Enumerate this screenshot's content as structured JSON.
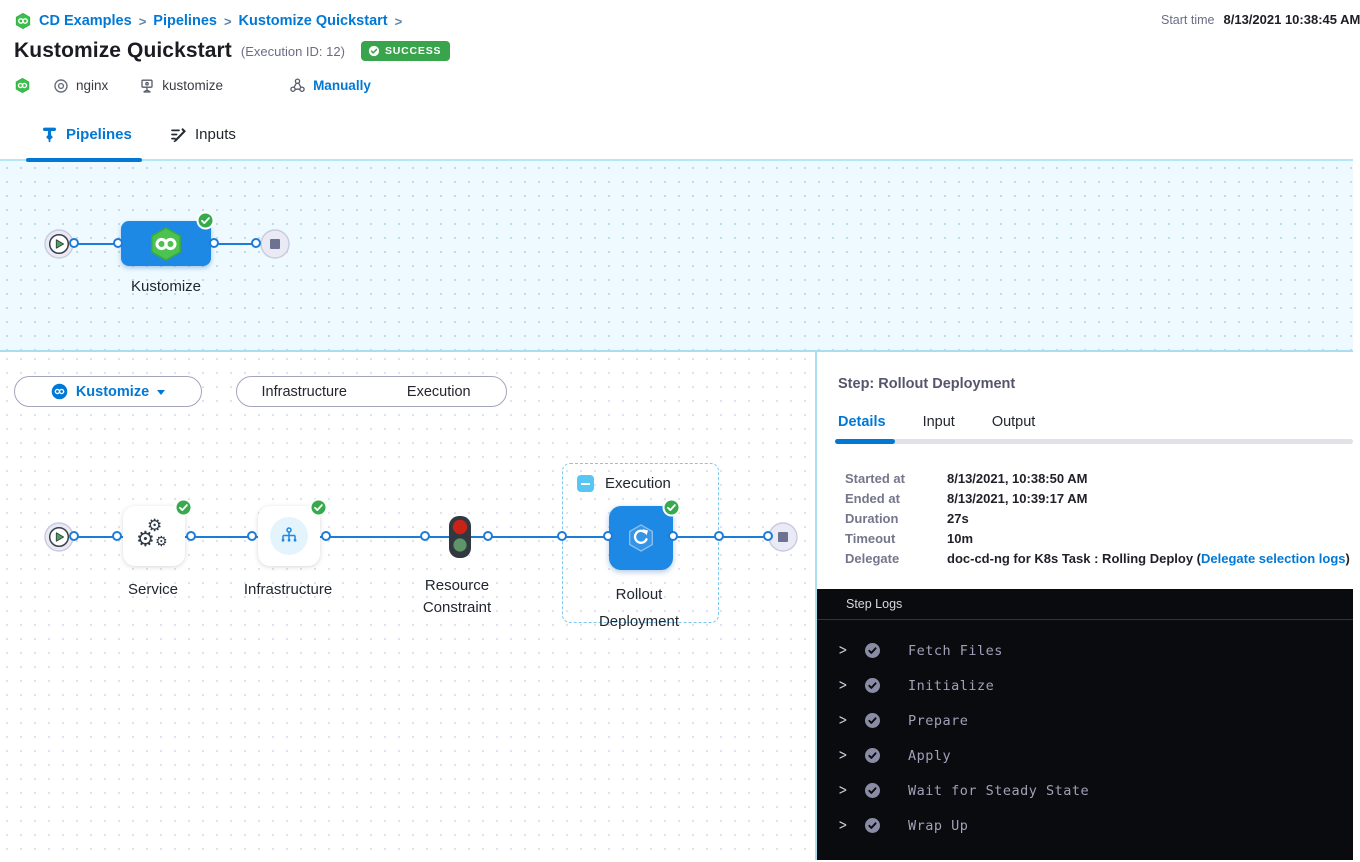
{
  "header": {
    "breadcrumb": [
      "CD Examples",
      "Pipelines",
      "Kustomize Quickstart"
    ],
    "separator": ">",
    "title": "Kustomize Quickstart",
    "execution_id": "(Execution ID: 12)",
    "status_badge": "SUCCESS",
    "service_tag": "nginx",
    "environment_tag": "kustomize",
    "trigger_tag": "Manually",
    "start_time_label": "Start time",
    "start_time_value": "8/13/2021 10:38:45 AM"
  },
  "tabs": {
    "pipelines": "Pipelines",
    "inputs": "Inputs"
  },
  "stage_graph": {
    "stage_label": "Kustomize"
  },
  "canvas": {
    "stage_selector_label": "Kustomize",
    "toggle_infrastructure": "Infrastructure",
    "toggle_execution": "Execution",
    "group_label": "Execution",
    "nodes": [
      "Service",
      "Infrastructure",
      "Resource Constraint",
      "Rollout Deployment"
    ]
  },
  "step_panel": {
    "title": "Step: Rollout Deployment",
    "tabs": [
      "Details",
      "Input",
      "Output"
    ],
    "details": [
      {
        "label": "Started at",
        "value": "8/13/2021, 10:38:50 AM"
      },
      {
        "label": "Ended at",
        "value": "8/13/2021, 10:39:17 AM"
      },
      {
        "label": "Duration",
        "value": "27s"
      },
      {
        "label": "Timeout",
        "value": "10m"
      },
      {
        "label": "Delegate",
        "value_prefix": "doc-cd-ng for K8s Task : Rolling Deploy (",
        "link": "Delegate selection logs",
        "value_suffix": ")"
      }
    ]
  },
  "step_logs": {
    "title": "Step Logs",
    "chevron": ">",
    "entries": [
      "Fetch Files",
      "Initialize",
      "Prepare",
      "Apply",
      "Wait for Steady State",
      "Wrap Up"
    ]
  },
  "colors": {
    "primary_blue": "#0278d5",
    "node_blue": "#1e88e5",
    "success_green": "#38a54c",
    "harness_green": "#3bbf4c",
    "canvas_blue_bg": "#eefaff",
    "dashed_group_blue": "#7cc8f0",
    "log_bg": "#0a0b0f",
    "log_text": "#9fa1b8",
    "barrier_red": "#c92318",
    "barrier_green": "#5d9468"
  }
}
